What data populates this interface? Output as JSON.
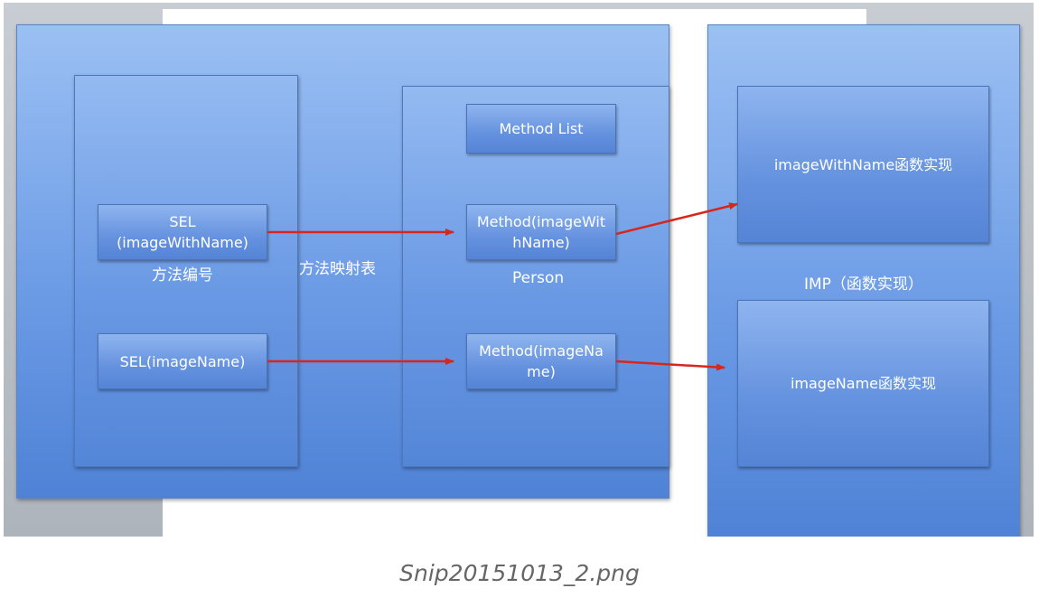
{
  "diagram": {
    "sel_with_name": "SEL\n(imageWithName)",
    "sel_name": "SEL(imageName)",
    "sel_caption": "方法编号",
    "map_caption": "方法映射表",
    "method_list": "Method List",
    "method_with_name": "Method(imageWit\nhName)",
    "method_name": "Method(imageNa\nme)",
    "person_caption": "Person",
    "imp_with_name": "imageWithName函数实现",
    "imp_name": "imageName函数实现",
    "imp_caption": "IMP（函数实现）"
  },
  "caption": "Snip20151013_2.png",
  "colors": {
    "arrow": "#d9261c",
    "panel": "#6d9ce6",
    "caption": "#666666"
  }
}
